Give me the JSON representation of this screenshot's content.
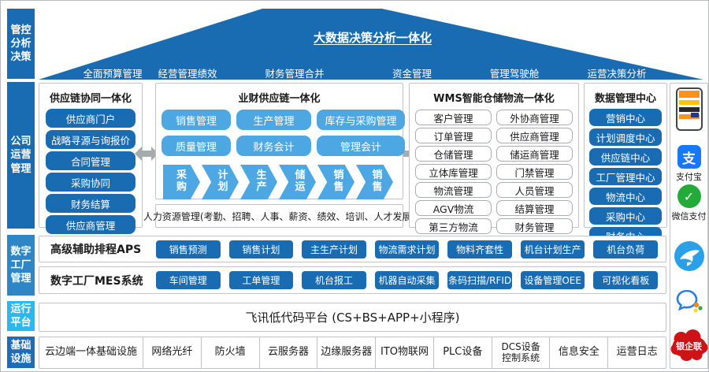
{
  "colors": {
    "dark_blue": "#1a6cb2",
    "mid_blue": "#2e86c5",
    "cyan": "#29b9ee",
    "light_blue": "#4da7e2",
    "border": "#c0c4c8",
    "arrow": "#a6abae",
    "alipay": "#1677ff",
    "wechat": "#22ab38",
    "dingtalk": "#2aa0e8",
    "red": "#cc1417"
  },
  "sidebar": {
    "bands": [
      "管控\n分析\n决策",
      "公司\n运营\n管理",
      "数字\n工厂\n管理",
      "运行\n平台",
      "基础\n设施"
    ]
  },
  "roof": {
    "title": "大数据决策分析一体化",
    "items": [
      "全面预算管理",
      "经营管理绩效",
      "财务管理合并",
      "资金管理",
      "管理驾驶舱",
      "运营决策分析"
    ]
  },
  "supply_chain": {
    "title": "供应链协同一体化",
    "items": [
      "供应商门户",
      "战略寻源与询报价",
      "合同管理",
      "采购协同",
      "财务结算",
      "供应商管理"
    ]
  },
  "biz_finance": {
    "title": "业财供应链一体化",
    "buttons": [
      "销售管理",
      "生产管理",
      "库存与采购管理",
      "质量管理",
      "财务会计",
      "管理会计"
    ],
    "chain": [
      "采\n购",
      "计\n划",
      "生\n产",
      "储\n运",
      "销\n售",
      "销\n售"
    ],
    "hr": "人力资源管理(考勤、招聘、人事、薪资、绩效、培训、人才发展)"
  },
  "wms": {
    "title": "WMS智能仓储物流一体化",
    "left": [
      "客户管理",
      "订单管理",
      "仓储管理",
      "立体库管理",
      "物流管理",
      "AGV物流",
      "第三方物流"
    ],
    "right": [
      "外协商管理",
      "供应商管理",
      "储运商管理",
      "门禁管理",
      "人员管理",
      "结算管理",
      "财务管理"
    ]
  },
  "data_center": {
    "title": "数据管理中心",
    "items": [
      "营销中心",
      "计划调度中心",
      "供应链中心",
      "工厂管理中心",
      "物流中心",
      "采购中心",
      "财务中心"
    ]
  },
  "right_strip": {
    "alipay_glyph": "支",
    "alipay_label": "支付宝",
    "wechatpay_glyph": "✓",
    "wechatpay_label": "微信支付",
    "unionpay_label": "银企联"
  },
  "aps": {
    "label": "高级辅助排程APS",
    "buttons": [
      "销售预测",
      "销售计划",
      "主生产计划",
      "物流需求计划",
      "物料齐套性",
      "机台计划生产",
      "机台负荷"
    ]
  },
  "mes": {
    "label": "数字工厂MES系统",
    "buttons": [
      "车间管理",
      "工单管理",
      "机台报工",
      "机器自动采集",
      "条码扫描/RFID",
      "设备管理OEE",
      "可视化看板"
    ]
  },
  "platform": {
    "text": "飞讯低代码平台 (CS+BS+APP+小程序)"
  },
  "infra": {
    "items": [
      "云边端一体基础设施",
      "网络光纤",
      "防火墙",
      "云服务器",
      "边缘服务器",
      "ITO物联网",
      "PLC设备",
      "DCS设备\n控制系统",
      "信息安全",
      "运营日志"
    ]
  }
}
